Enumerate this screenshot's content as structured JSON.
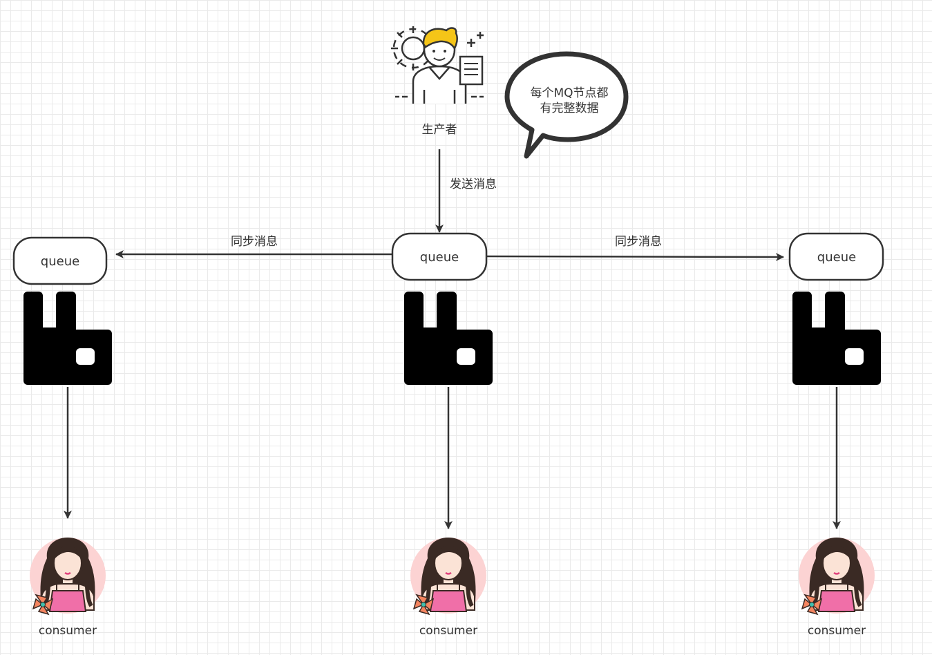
{
  "producer": {
    "label": "生产者"
  },
  "bubble": {
    "line1": "每个MQ节点都",
    "line2": "有完整数据"
  },
  "edges": {
    "send": "发送消息",
    "sync_left": "同步消息",
    "sync_right": "同步消息"
  },
  "nodes": [
    {
      "queue_label": "queue",
      "consumer_label": "consumer"
    },
    {
      "queue_label": "queue",
      "consumer_label": "consumer"
    },
    {
      "queue_label": "queue",
      "consumer_label": "consumer"
    }
  ],
  "colors": {
    "line": "#333333",
    "rabbit": "#000000",
    "hair_yellow": "#f5c518",
    "avatar_bg": "#fcd3d3",
    "dress_pink": "#f06fa8",
    "hair_brown": "#3a2a24"
  }
}
